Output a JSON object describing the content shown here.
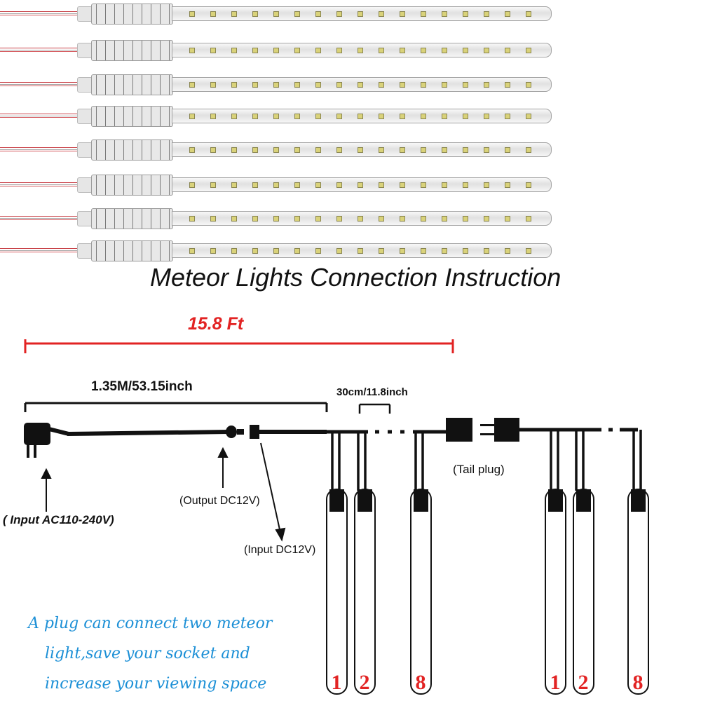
{
  "tubes": {
    "count": 8
  },
  "title": "Meteor Lights Connection Instruction",
  "dimensions": {
    "total": "15.8 Ft",
    "cable": "1.35M/53.15inch",
    "spacing": "30cm/11.8inch"
  },
  "callouts": {
    "input_ac": "( Input AC110-240V)",
    "output_dc": "(Output DC12V)",
    "input_dc": "(Input DC12V)",
    "tail_plug": "(Tail plug)"
  },
  "tube_numbers": [
    "1",
    "2",
    "8"
  ],
  "note": [
    "A plug can connect two meteor",
    "light,save your socket and",
    "increase your viewing space"
  ],
  "colors": {
    "accent_red": "#e22323",
    "note_blue": "#1b8fd6"
  }
}
